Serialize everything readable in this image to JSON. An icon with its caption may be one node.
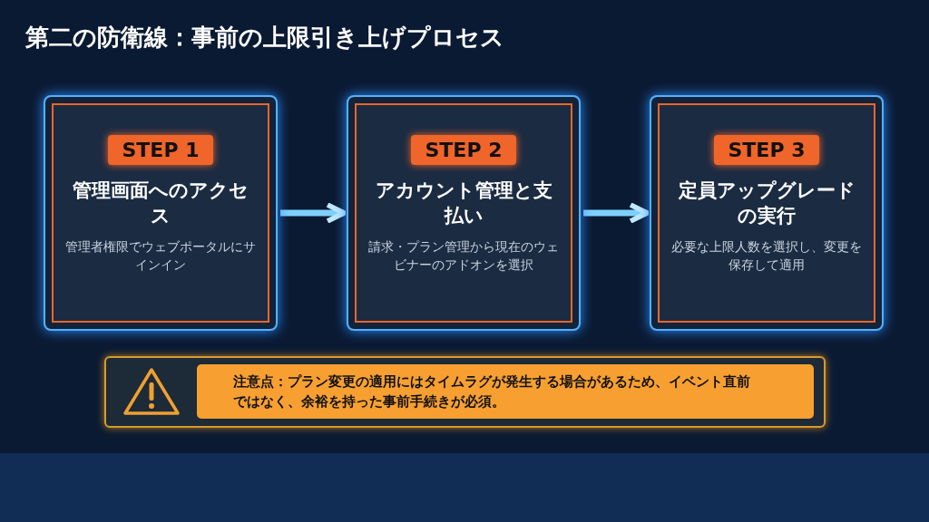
{
  "diagram": {
    "title": "第二の防衛線：事前の上限引き上げプロセス",
    "nodes": [
      {
        "text": [
          "STEP 1",
          "管理画面へのアクセス",
          "管理者権限でウェブポータルにサインイン"
        ]
      },
      {
        "text": [
          "STEP 2",
          "アカウント管理と支払い",
          "請求・プラン管理から現在のウェビナーのアドオンを選択"
        ]
      },
      {
        "text": [
          "STEP 3",
          "定員アップグレードの実行",
          "必要な上限人数を選択し、変更を保存して適用"
        ]
      },
      {
        "text": [
          "注意点：プラン変更の適用にはタイムラグが発生する場合があるため、イベント直前ではなく、余裕を持った事前手続きが必須。"
        ]
      }
    ],
    "edges": [
      {
        "from": 0,
        "to": 1,
        "arrow": "to"
      },
      {
        "from": 1,
        "to": 2,
        "arrow": "to"
      }
    ]
  }
}
